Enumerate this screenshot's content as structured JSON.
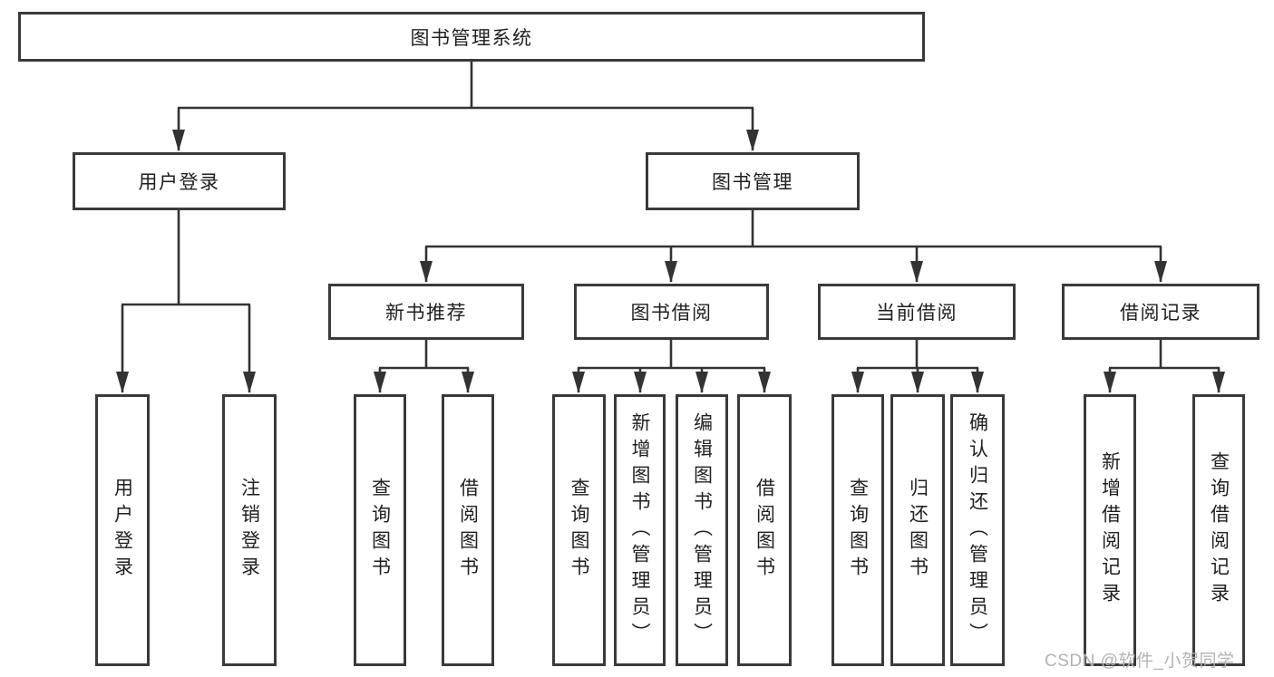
{
  "diagram": {
    "root": {
      "label": "图书管理系统"
    },
    "branches": [
      {
        "label": "用户登录",
        "leaves": [
          "用户登录",
          "注销登录"
        ]
      },
      {
        "label": "图书管理",
        "groups": [
          {
            "label": "新书推荐",
            "leaves": [
              "查询图书",
              "借阅图书"
            ]
          },
          {
            "label": "图书借阅",
            "leaves": [
              "查询图书",
              "新增图书（管理员）",
              "编辑图书（管理员）",
              "借阅图书"
            ]
          },
          {
            "label": "当前借阅",
            "leaves": [
              "查询图书",
              "归还图书",
              "确认归还（管理员）"
            ]
          },
          {
            "label": "借阅记录",
            "leaves": [
              "新增借阅记录",
              "查询借阅记录"
            ]
          }
        ]
      }
    ]
  },
  "watermark": {
    "text": "CSDN @软件_小贺同学"
  },
  "colors": {
    "border": "#3a3a3a",
    "line": "#333333",
    "text": "#1f1f1f",
    "watermark": "#b3b3b3",
    "background": "#ffffff"
  }
}
